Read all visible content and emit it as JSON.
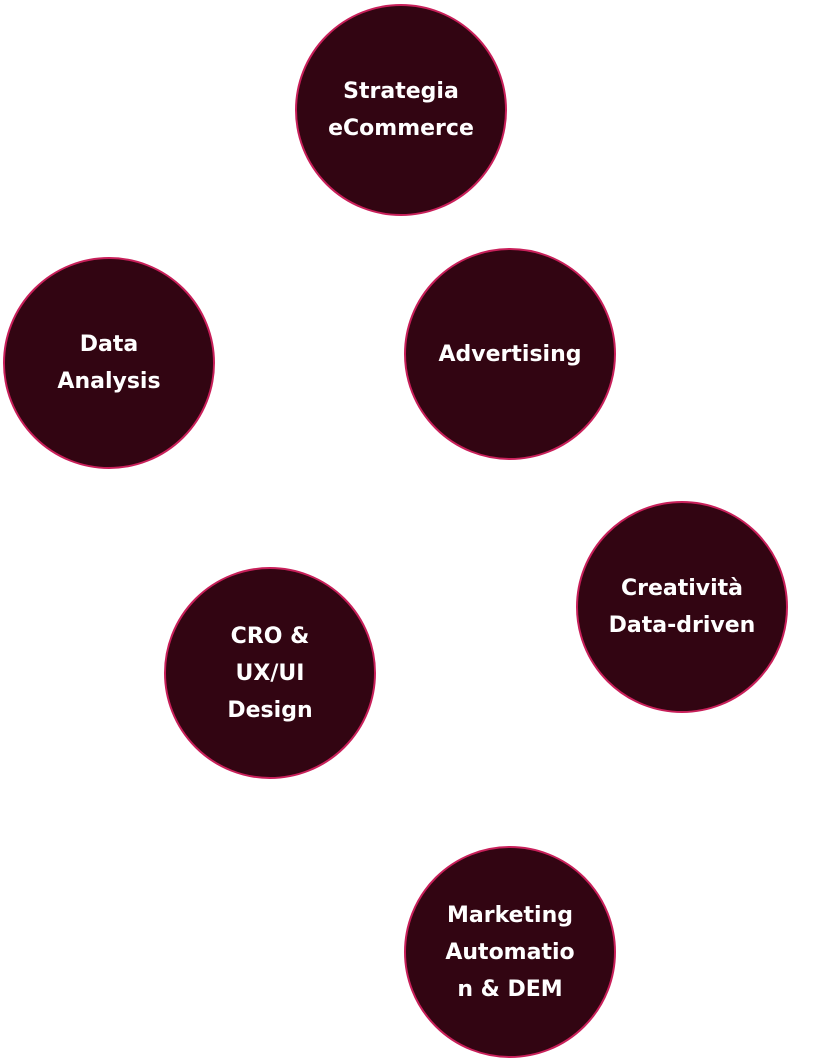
{
  "services": [
    {
      "id": "strategia",
      "lines": [
        "Strategia",
        "eCommerce"
      ]
    },
    {
      "id": "data-analysis",
      "lines": [
        "Data",
        "Analysis"
      ]
    },
    {
      "id": "advertising",
      "lines": [
        "Advertising"
      ]
    },
    {
      "id": "creativita",
      "lines": [
        "Creatività",
        "Data-driven"
      ]
    },
    {
      "id": "cro",
      "lines": [
        "CRO &",
        "UX/UI",
        "Design"
      ]
    },
    {
      "id": "marketing",
      "lines": [
        "Marketing",
        "Automatio",
        "n & DEM"
      ]
    }
  ],
  "colors": {
    "bubble_fill": "#320512",
    "bubble_border": "#c8205a",
    "text": "#ffffff"
  }
}
